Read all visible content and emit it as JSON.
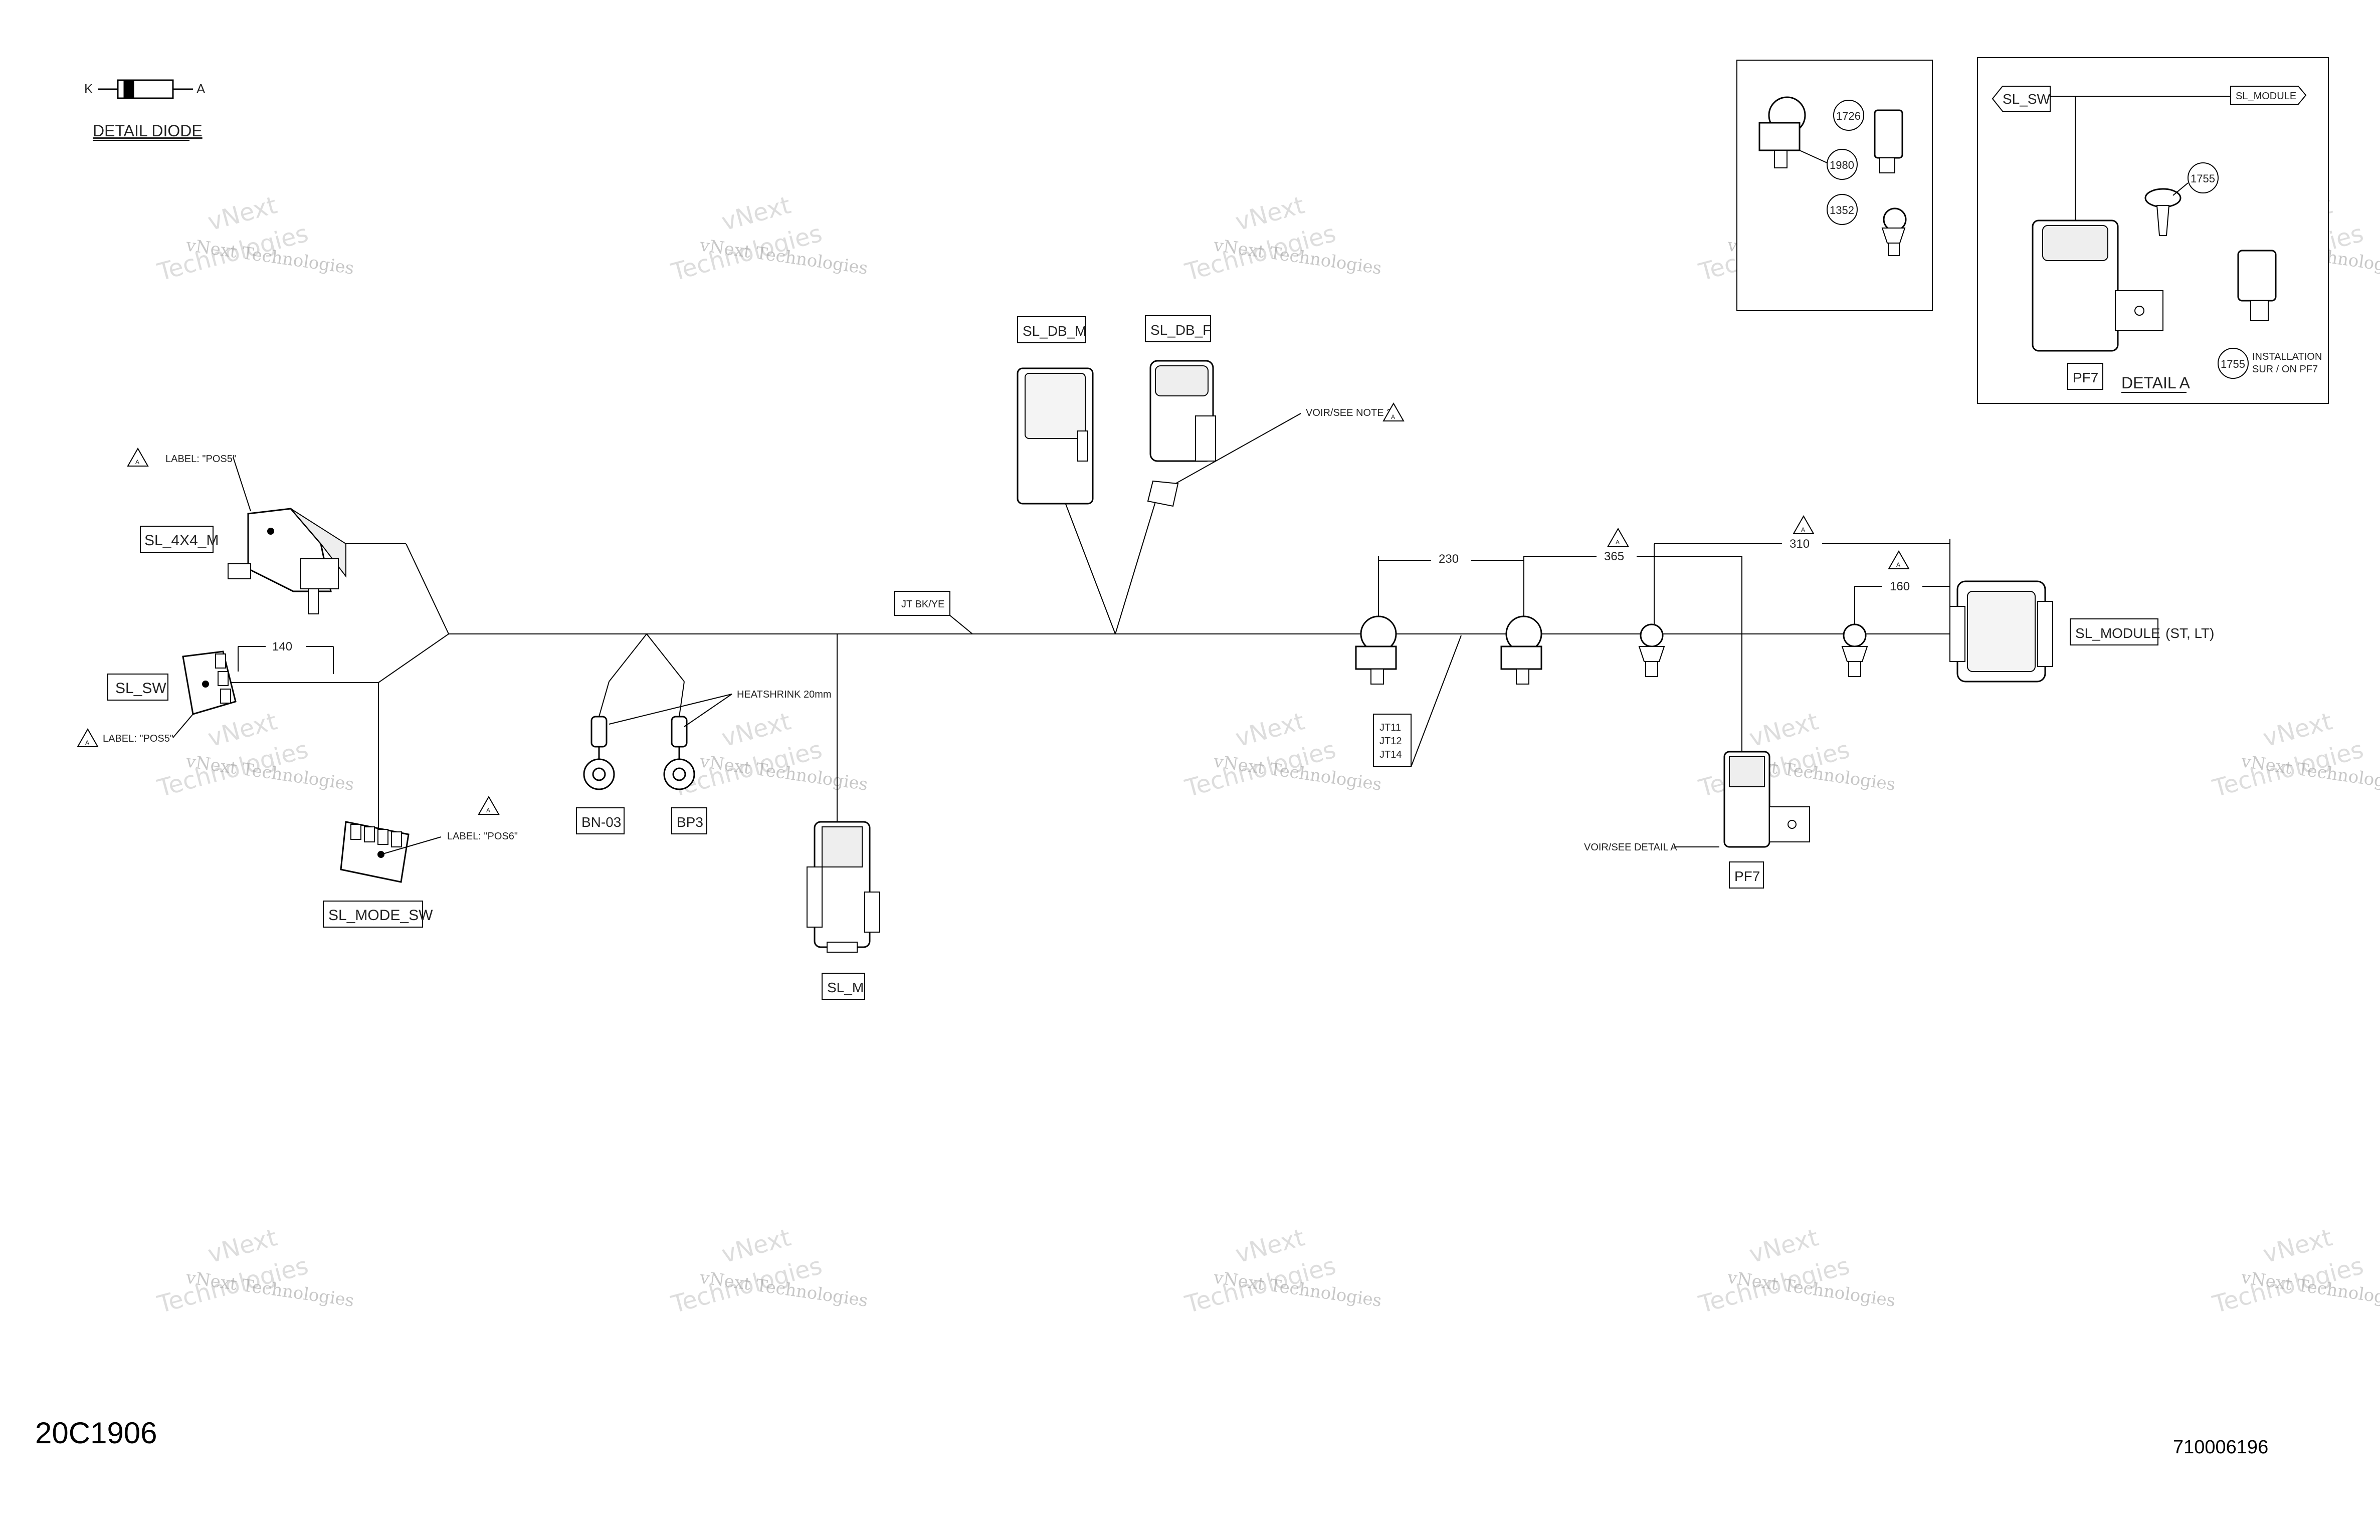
{
  "diode_detail": {
    "k": "K",
    "a": "A",
    "title": "DETAIL DIODE"
  },
  "connectors": {
    "sl_4x4_m": "SL_4X4_M",
    "sl_sw": "SL_SW",
    "sl_mode_sw": "SL_MODE_SW",
    "bn03": "BN-03",
    "bp3": "BP3",
    "sl_m": "SL_M",
    "sl_db_m": "SL_DB_M",
    "sl_db_f": "SL_DB_F",
    "sl_module": "SL_MODULE",
    "sl_module_suffix": "(ST, LT)",
    "pf7": "PF7",
    "jt_list": [
      "JT11",
      "JT12",
      "JT14"
    ]
  },
  "notes": {
    "label_pos5_top": "LABEL: \"POS5\"",
    "label_pos5_sw": "LABEL: \"POS5\"",
    "label_pos6": "LABEL: \"POS6\"",
    "heatshrink": "HEATSHRINK 20mm",
    "voir_note2": "VOIR/SEE NOTE 2",
    "jt_bk_ye": "JT BK/YE",
    "voir_detail_a": "VOIR/SEE DETAIL A",
    "warn_sign": "A"
  },
  "dimensions": {
    "d140": "140",
    "d230": "230",
    "d365": "365",
    "d310": "310",
    "d160": "160"
  },
  "detail_box1": {
    "c1726": "1726",
    "c1980": "1980",
    "c1352": "1352"
  },
  "detail_box2": {
    "sl_sw": "SL_SW",
    "sl_module": "SL_MODULE",
    "c1755_a": "1755",
    "c1755_b": "1755",
    "install_1": "INSTALLATION",
    "install_2": "SUR / ON PF7",
    "pf7": "PF7",
    "title": "DETAIL A"
  },
  "watermark": {
    "line1": "vNext Technologies",
    "line2a": "vNext",
    "line2b": "Technologies"
  },
  "footer": {
    "left_code": "20C1906",
    "right_code": "710006196"
  }
}
